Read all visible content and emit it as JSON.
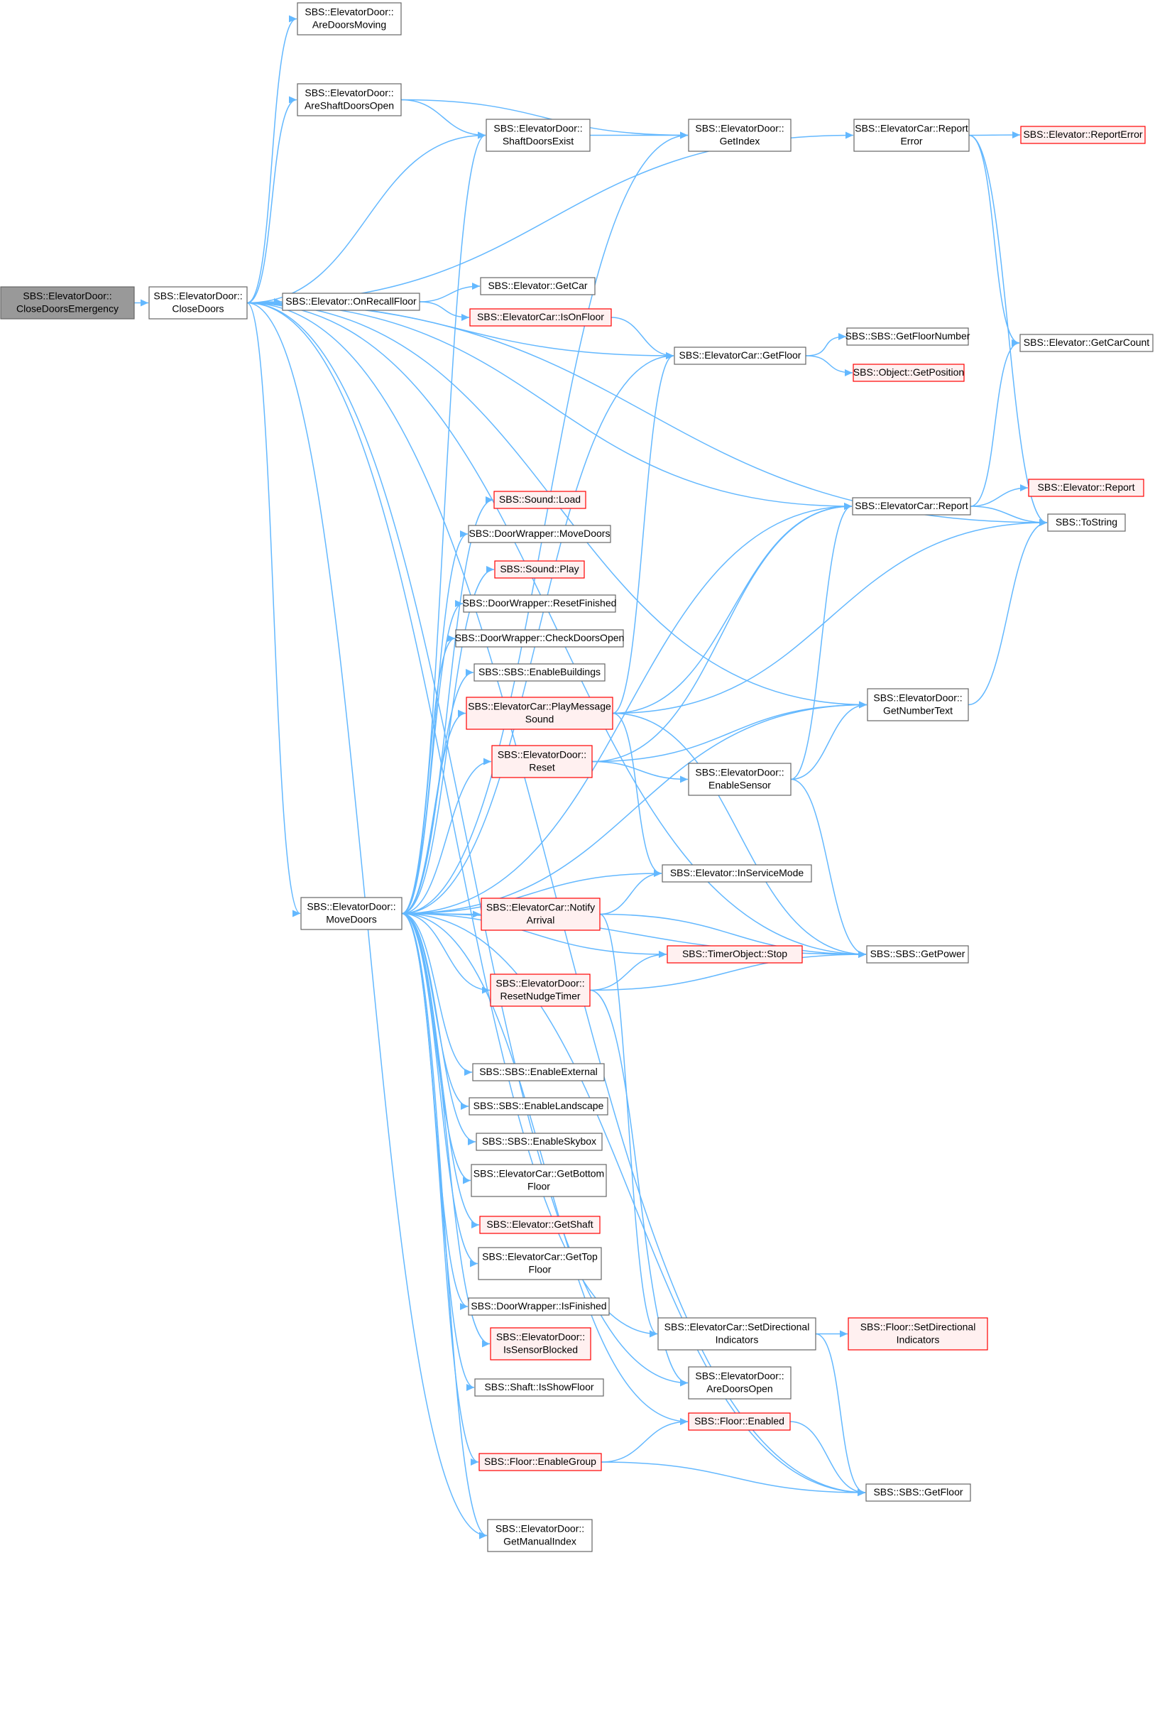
{
  "colors": {
    "edge": "#63b8ff",
    "normal_fill": "#ffffff",
    "normal_border": "#666666",
    "truncated_fill": "#fff0f0",
    "truncated_border": "#ff0000",
    "root_fill": "#999999",
    "root_border": "#666666"
  },
  "nodes": [
    {
      "id": "root",
      "lines": [
        "SBS::ElevatorDoor::",
        "CloseDoorsEmergency"
      ],
      "style": "root"
    },
    {
      "id": "closedoors",
      "lines": [
        "SBS::ElevatorDoor::",
        "CloseDoors"
      ],
      "style": "normal"
    },
    {
      "id": "aredoorsmoving",
      "lines": [
        "SBS::ElevatorDoor::",
        "AreDoorsMoving"
      ],
      "style": "normal"
    },
    {
      "id": "areshaftdoorsopen",
      "lines": [
        "SBS::ElevatorDoor::",
        "AreShaftDoorsOpen"
      ],
      "style": "normal"
    },
    {
      "id": "shaftdoorsexist",
      "lines": [
        "SBS::ElevatorDoor::",
        "ShaftDoorsExist"
      ],
      "style": "normal"
    },
    {
      "id": "getindex",
      "lines": [
        "SBS::ElevatorDoor::",
        "GetIndex"
      ],
      "style": "normal"
    },
    {
      "id": "car_reporterror",
      "lines": [
        "SBS::ElevatorCar::Report",
        "Error"
      ],
      "style": "normal"
    },
    {
      "id": "elev_reporterror",
      "lines": [
        "SBS::Elevator::ReportError"
      ],
      "style": "truncated"
    },
    {
      "id": "onrecallfloor",
      "lines": [
        "SBS::Elevator::OnRecallFloor"
      ],
      "style": "normal"
    },
    {
      "id": "getcar",
      "lines": [
        "SBS::Elevator::GetCar"
      ],
      "style": "normal"
    },
    {
      "id": "isonfloor",
      "lines": [
        "SBS::ElevatorCar::IsOnFloor"
      ],
      "style": "truncated"
    },
    {
      "id": "car_getfloor",
      "lines": [
        "SBS::ElevatorCar::GetFloor"
      ],
      "style": "normal"
    },
    {
      "id": "getfloornumber",
      "lines": [
        "SBS::SBS::GetFloorNumber"
      ],
      "style": "normal"
    },
    {
      "id": "getposition",
      "lines": [
        "SBS::Object::GetPosition"
      ],
      "style": "truncated"
    },
    {
      "id": "getcarcount",
      "lines": [
        "SBS::Elevator::GetCarCount"
      ],
      "style": "normal"
    },
    {
      "id": "car_report",
      "lines": [
        "SBS::ElevatorCar::Report"
      ],
      "style": "normal"
    },
    {
      "id": "elev_report",
      "lines": [
        "SBS::Elevator::Report"
      ],
      "style": "truncated"
    },
    {
      "id": "tostring",
      "lines": [
        "SBS::ToString"
      ],
      "style": "normal"
    },
    {
      "id": "sound_load",
      "lines": [
        "SBS::Sound::Load"
      ],
      "style": "truncated"
    },
    {
      "id": "dw_movedoors",
      "lines": [
        "SBS::DoorWrapper::MoveDoors"
      ],
      "style": "normal"
    },
    {
      "id": "sound_play",
      "lines": [
        "SBS::Sound::Play"
      ],
      "style": "truncated"
    },
    {
      "id": "dw_resetfinished",
      "lines": [
        "SBS::DoorWrapper::ResetFinished"
      ],
      "style": "normal"
    },
    {
      "id": "dw_checkdoorsopen",
      "lines": [
        "SBS::DoorWrapper::CheckDoorsOpen"
      ],
      "style": "normal"
    },
    {
      "id": "enablebuildings",
      "lines": [
        "SBS::SBS::EnableBuildings"
      ],
      "style": "normal"
    },
    {
      "id": "playmessagesound",
      "lines": [
        "SBS::ElevatorCar::PlayMessage",
        "Sound"
      ],
      "style": "truncated"
    },
    {
      "id": "getnumbertext",
      "lines": [
        "SBS::ElevatorDoor::",
        "GetNumberText"
      ],
      "style": "normal"
    },
    {
      "id": "door_reset",
      "lines": [
        "SBS::ElevatorDoor::",
        "Reset"
      ],
      "style": "truncated"
    },
    {
      "id": "enablesensor",
      "lines": [
        "SBS::ElevatorDoor::",
        "EnableSensor"
      ],
      "style": "normal"
    },
    {
      "id": "inservicemode",
      "lines": [
        "SBS::Elevator::InServiceMode"
      ],
      "style": "normal"
    },
    {
      "id": "movedoors",
      "lines": [
        "SBS::ElevatorDoor::",
        "MoveDoors"
      ],
      "style": "normal"
    },
    {
      "id": "notifyarrival",
      "lines": [
        "SBS::ElevatorCar::Notify",
        "Arrival"
      ],
      "style": "truncated"
    },
    {
      "id": "getpower",
      "lines": [
        "SBS::SBS::GetPower"
      ],
      "style": "normal"
    },
    {
      "id": "timer_stop",
      "lines": [
        "SBS::TimerObject::Stop"
      ],
      "style": "truncated"
    },
    {
      "id": "resetnudgetimer",
      "lines": [
        "SBS::ElevatorDoor::",
        "ResetNudgeTimer"
      ],
      "style": "truncated"
    },
    {
      "id": "enableexternal",
      "lines": [
        "SBS::SBS::EnableExternal"
      ],
      "style": "normal"
    },
    {
      "id": "enablelandscape",
      "lines": [
        "SBS::SBS::EnableLandscape"
      ],
      "style": "normal"
    },
    {
      "id": "enableskybox",
      "lines": [
        "SBS::SBS::EnableSkybox"
      ],
      "style": "normal"
    },
    {
      "id": "getbottomfloor",
      "lines": [
        "SBS::ElevatorCar::GetBottom",
        "Floor"
      ],
      "style": "normal"
    },
    {
      "id": "getshaft",
      "lines": [
        "SBS::Elevator::GetShaft"
      ],
      "style": "truncated"
    },
    {
      "id": "gettopfloor",
      "lines": [
        "SBS::ElevatorCar::GetTop",
        "Floor"
      ],
      "style": "normal"
    },
    {
      "id": "dw_isfinished",
      "lines": [
        "SBS::DoorWrapper::IsFinished"
      ],
      "style": "normal"
    },
    {
      "id": "issensorblocked",
      "lines": [
        "SBS::ElevatorDoor::",
        "IsSensorBlocked"
      ],
      "style": "truncated"
    },
    {
      "id": "isshowfloor",
      "lines": [
        "SBS::Shaft::IsShowFloor"
      ],
      "style": "normal"
    },
    {
      "id": "setdirectional",
      "lines": [
        "SBS::ElevatorCar::SetDirectional",
        "Indicators"
      ],
      "style": "normal"
    },
    {
      "id": "floor_setdirectional",
      "lines": [
        "SBS::Floor::SetDirectional",
        "Indicators"
      ],
      "style": "truncated"
    },
    {
      "id": "aredoorsopen",
      "lines": [
        "SBS::ElevatorDoor::",
        "AreDoorsOpen"
      ],
      "style": "normal"
    },
    {
      "id": "floor_enabled",
      "lines": [
        "SBS::Floor::Enabled"
      ],
      "style": "truncated"
    },
    {
      "id": "enablegroup",
      "lines": [
        "SBS::Floor::EnableGroup"
      ],
      "style": "truncated"
    },
    {
      "id": "sbs_getfloor",
      "lines": [
        "SBS::SBS::GetFloor"
      ],
      "style": "normal"
    },
    {
      "id": "getmanualindex",
      "lines": [
        "SBS::ElevatorDoor::",
        "GetManualIndex"
      ],
      "style": "normal"
    }
  ],
  "edges": [
    [
      "root",
      "closedoors"
    ],
    [
      "closedoors",
      "aredoorsmoving"
    ],
    [
      "closedoors",
      "areshaftdoorsopen"
    ],
    [
      "closedoors",
      "car_reporterror"
    ],
    [
      "closedoors",
      "shaftdoorsexist"
    ],
    [
      "closedoors",
      "tostring"
    ],
    [
      "closedoors",
      "onrecallfloor"
    ],
    [
      "closedoors",
      "car_getfloor"
    ],
    [
      "closedoors",
      "car_report"
    ],
    [
      "closedoors",
      "getnumbertext"
    ],
    [
      "closedoors",
      "movedoors"
    ],
    [
      "closedoors",
      "getmanualindex"
    ],
    [
      "closedoors",
      "setdirectional"
    ],
    [
      "closedoors",
      "aredoorsopen"
    ],
    [
      "closedoors",
      "getpower"
    ],
    [
      "closedoors",
      "sbs_getfloor"
    ],
    [
      "areshaftdoorsopen",
      "shaftdoorsexist"
    ],
    [
      "areshaftdoorsopen",
      "getindex"
    ],
    [
      "shaftdoorsexist",
      "getindex"
    ],
    [
      "car_reporterror",
      "elev_reporterror"
    ],
    [
      "car_reporterror",
      "getcarcount"
    ],
    [
      "car_reporterror",
      "tostring"
    ],
    [
      "onrecallfloor",
      "getcar"
    ],
    [
      "onrecallfloor",
      "isonfloor"
    ],
    [
      "isonfloor",
      "car_getfloor"
    ],
    [
      "car_getfloor",
      "getfloornumber"
    ],
    [
      "car_getfloor",
      "getposition"
    ],
    [
      "car_report",
      "getcarcount"
    ],
    [
      "car_report",
      "elev_report"
    ],
    [
      "car_report",
      "tostring"
    ],
    [
      "playmessagesound",
      "car_getfloor"
    ],
    [
      "playmessagesound",
      "car_report"
    ],
    [
      "playmessagesound",
      "tostring"
    ],
    [
      "playmessagesound",
      "inservicemode"
    ],
    [
      "playmessagesound",
      "getpower"
    ],
    [
      "getnumbertext",
      "tostring"
    ],
    [
      "door_reset",
      "car_report"
    ],
    [
      "door_reset",
      "getnumbertext"
    ],
    [
      "door_reset",
      "enablesensor"
    ],
    [
      "enablesensor",
      "car_report"
    ],
    [
      "enablesensor",
      "getnumbertext"
    ],
    [
      "enablesensor",
      "getpower"
    ],
    [
      "movedoors",
      "shaftdoorsexist"
    ],
    [
      "movedoors",
      "getindex"
    ],
    [
      "movedoors",
      "car_getfloor"
    ],
    [
      "movedoors",
      "car_report"
    ],
    [
      "movedoors",
      "sound_load"
    ],
    [
      "movedoors",
      "dw_movedoors"
    ],
    [
      "movedoors",
      "sound_play"
    ],
    [
      "movedoors",
      "dw_resetfinished"
    ],
    [
      "movedoors",
      "dw_checkdoorsopen"
    ],
    [
      "movedoors",
      "enablebuildings"
    ],
    [
      "movedoors",
      "playmessagesound"
    ],
    [
      "movedoors",
      "door_reset"
    ],
    [
      "movedoors",
      "getnumbertext"
    ],
    [
      "movedoors",
      "inservicemode"
    ],
    [
      "movedoors",
      "notifyarrival"
    ],
    [
      "movedoors",
      "timer_stop"
    ],
    [
      "movedoors",
      "resetnudgetimer"
    ],
    [
      "movedoors",
      "getpower"
    ],
    [
      "movedoors",
      "enableexternal"
    ],
    [
      "movedoors",
      "enablelandscape"
    ],
    [
      "movedoors",
      "enableskybox"
    ],
    [
      "movedoors",
      "getbottomfloor"
    ],
    [
      "movedoors",
      "getshaft"
    ],
    [
      "movedoors",
      "gettopfloor"
    ],
    [
      "movedoors",
      "dw_isfinished"
    ],
    [
      "movedoors",
      "issensorblocked"
    ],
    [
      "movedoors",
      "isshowfloor"
    ],
    [
      "movedoors",
      "floor_enabled"
    ],
    [
      "movedoors",
      "enablegroup"
    ],
    [
      "movedoors",
      "sbs_getfloor"
    ],
    [
      "movedoors",
      "getmanualindex"
    ],
    [
      "notifyarrival",
      "inservicemode"
    ],
    [
      "notifyarrival",
      "getpower"
    ],
    [
      "notifyarrival",
      "setdirectional"
    ],
    [
      "resetnudgetimer",
      "timer_stop"
    ],
    [
      "resetnudgetimer",
      "getpower"
    ],
    [
      "resetnudgetimer",
      "aredoorsopen"
    ],
    [
      "setdirectional",
      "floor_setdirectional"
    ],
    [
      "setdirectional",
      "sbs_getfloor"
    ],
    [
      "floor_enabled",
      "sbs_getfloor"
    ],
    [
      "enablegroup",
      "floor_enabled"
    ],
    [
      "enablegroup",
      "sbs_getfloor"
    ]
  ]
}
